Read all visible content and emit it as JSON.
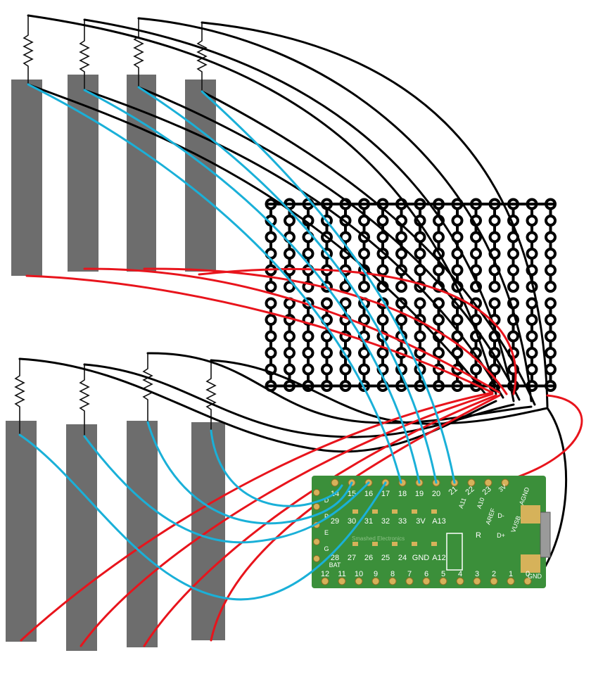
{
  "board": {
    "row_top": [
      "14",
      "15",
      "16",
      "17",
      "18",
      "19",
      "20",
      "21",
      "22",
      "23"
    ],
    "row_inner_top": [
      "29",
      "30",
      "31",
      "32",
      "33",
      "3V",
      "A13"
    ],
    "row_inner_bottom": [
      "28",
      "27",
      "26",
      "25",
      "24",
      "GND",
      "A12"
    ],
    "row_bottom": [
      "12",
      "11",
      "10",
      "9",
      "8",
      "7",
      "6",
      "5",
      "4",
      "3",
      "2",
      "1",
      "0"
    ],
    "side_labels": [
      "D",
      "P",
      "E",
      "BAT",
      "G"
    ],
    "angled_labels": [
      "A11",
      "A10",
      "AREF",
      "3V",
      "VUSB",
      "AGND",
      "D-",
      "D+",
      "R",
      "GND"
    ],
    "silkscreen": "Smashed Electronics"
  },
  "colors": {
    "wire_black": "#000000",
    "wire_blue": "#1ab0d8",
    "wire_red": "#e8141c",
    "sensor_gray": "#6d6d6d",
    "pcb_green": "#3b8f3a",
    "pad_gold": "#d6b25a"
  }
}
